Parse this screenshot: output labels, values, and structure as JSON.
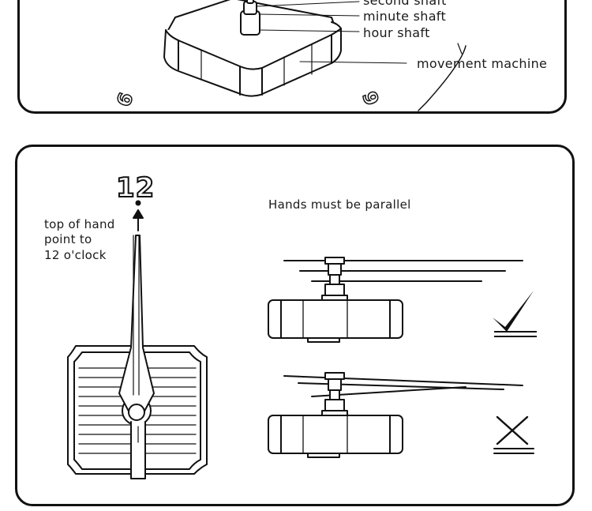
{
  "top_panel": {
    "labels": {
      "second_shaft": "second shaft",
      "minute_shaft": "minute shaft",
      "hour_shaft": "hour shaft",
      "movement_machine": "movement  machine"
    },
    "dial_numbers": [
      "6",
      "6"
    ]
  },
  "bottom_panel": {
    "twelve": "12",
    "top_of_hand": [
      "top of hand",
      "point to",
      "12 o'clock"
    ],
    "heading": "Hands must be parallel"
  },
  "colors": {
    "line": "#111111",
    "background": "#ffffff"
  },
  "icons": [
    "check-mark-icon",
    "cross-mark-icon"
  ]
}
